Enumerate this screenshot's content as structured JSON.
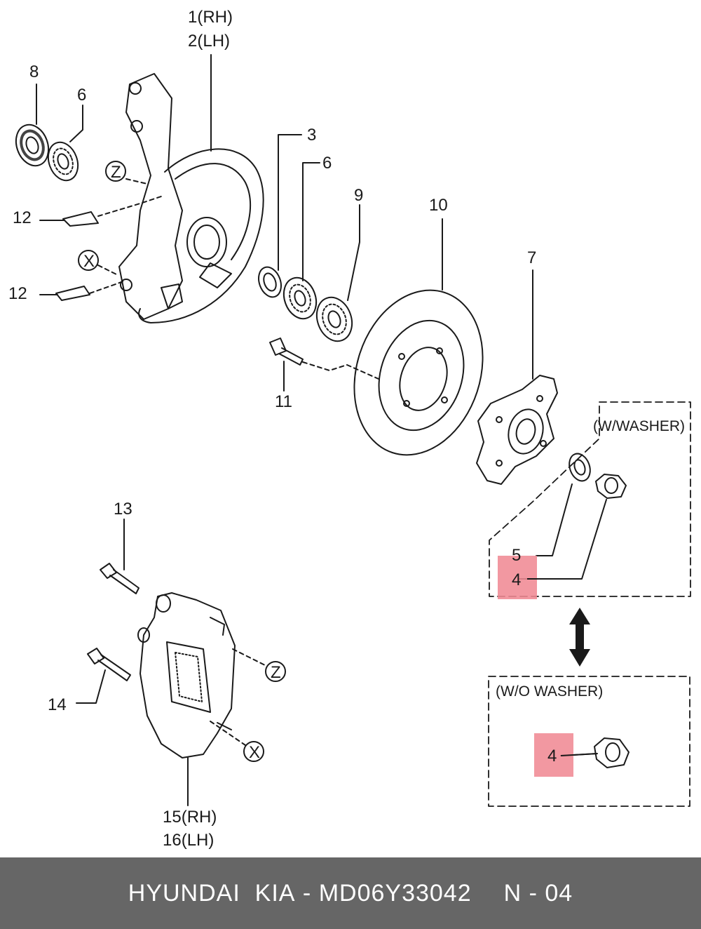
{
  "callouts": {
    "rh_1": "1(RH)",
    "lh_2": "2(LH)",
    "n8": "8",
    "n6a": "6",
    "n3": "3",
    "n6b": "6",
    "n9": "9",
    "n10": "10",
    "n7": "7",
    "n12a": "12",
    "n12b": "12",
    "n11": "11",
    "n5": "5",
    "n4a": "4",
    "n4b": "4",
    "n13": "13",
    "n14": "14",
    "rh_15": "15(RH)",
    "lh_16": "16(LH)",
    "sym_z1": "Z",
    "sym_x1": "X",
    "sym_z2": "Z",
    "sym_x2": "X"
  },
  "boxes": {
    "with_washer": "(W/WASHER)",
    "without_washer": "(W/O WASHER)"
  },
  "colors": {
    "highlight": "#f08a94",
    "footer_bg": "#666666",
    "line": "#1a1a1a"
  },
  "footer": {
    "brand": "HYUNDAI  KIA",
    "separator": " - ",
    "part_number": "MD06Y33042",
    "code": "N - 04"
  }
}
